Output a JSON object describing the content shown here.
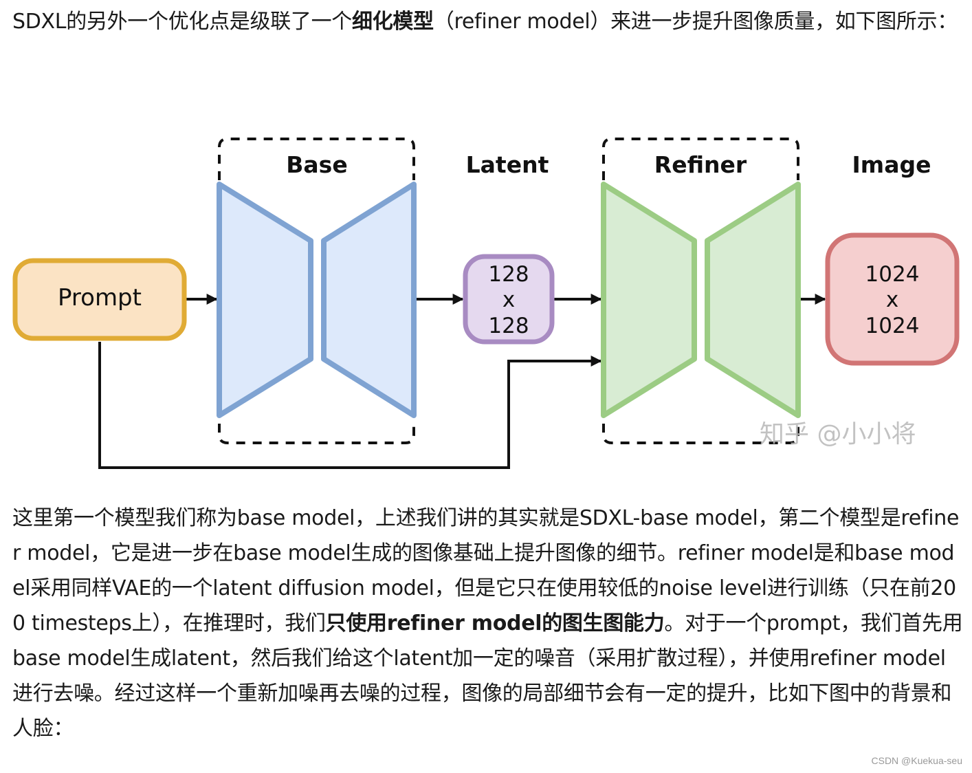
{
  "intro": {
    "text_before_bold": "SDXL的另外一个优化点是级联了一个",
    "bold": "细化模型",
    "text_after_bold": "（refiner model）来进一步提升图像质量，如下图所示："
  },
  "diagram": {
    "prompt_label": "Prompt",
    "base_label": "Base",
    "latent_label": "Latent",
    "latent_size": [
      "128",
      "x",
      "128"
    ],
    "refiner_label": "Refiner",
    "image_label": "Image",
    "image_size": [
      "1024",
      "x",
      "1024"
    ],
    "colors": {
      "prompt_fill": "#fbe3c4",
      "prompt_stroke": "#e0ab35",
      "base_fill": "#dde9fb",
      "base_stroke": "#7fa3d2",
      "latent_fill": "#e5d9ef",
      "latent_stroke": "#a88bc2",
      "refiner_fill": "#d8ecd3",
      "refiner_stroke": "#9ccc84",
      "image_fill": "#f5cfcf",
      "image_stroke": "#d17575"
    }
  },
  "watermark": "知乎 @小小将",
  "body": {
    "part1": "这里第一个模型我们称为base model，上述我们讲的其实就是SDXL-base model，第二个模型是refiner model，它是进一步在base model生成的图像基础上提升图像的细节。refiner model是和base model采用同样VAE的一个latent diffusion model，但是它只在使用较低的noise level进行训练（只在前200 timesteps上），在推理时，我们",
    "bold": "只使用refiner model的图生图能力",
    "part2": "。对于一个prompt，我们首先用base model生成latent，然后我们给这个latent加一定的噪音（采用扩散过程），并使用refiner model进行去噪。经过这样一个重新加噪再去噪的过程，图像的局部细节会有一定的提升，比如下图中的背景和人脸："
  },
  "footer": "CSDN @Kuekua-seu"
}
